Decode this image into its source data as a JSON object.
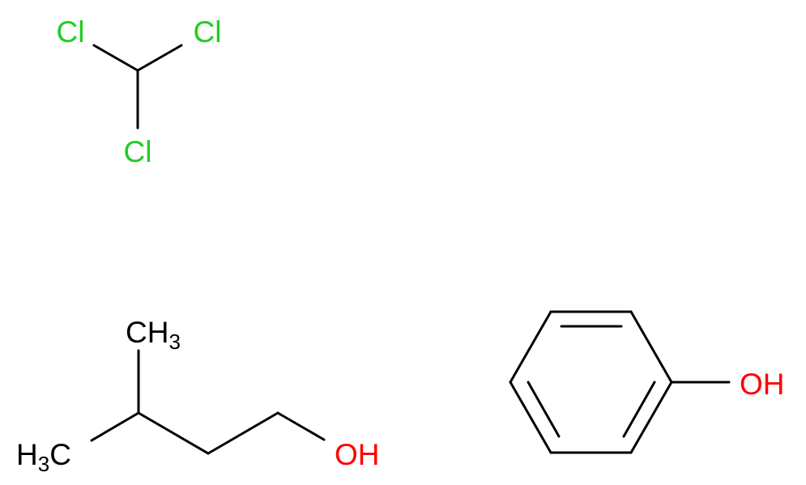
{
  "colors": {
    "bond": "#000000",
    "chlorine": "#22cc22",
    "oxygen": "#ff0000",
    "carbon": "#000000"
  },
  "molecules": {
    "chloroform": {
      "cl_top_left": "Cl",
      "cl_top_right": "Cl",
      "cl_bottom": "Cl"
    },
    "isoamyl_alcohol": {
      "ch3_top_main": "CH",
      "ch3_top_sub": "3",
      "ch3_left_main": "H",
      "ch3_left_sub": "3",
      "ch3_left_c": "C",
      "hydroxyl": "OH"
    },
    "phenol": {
      "hydroxyl": "OH"
    }
  }
}
